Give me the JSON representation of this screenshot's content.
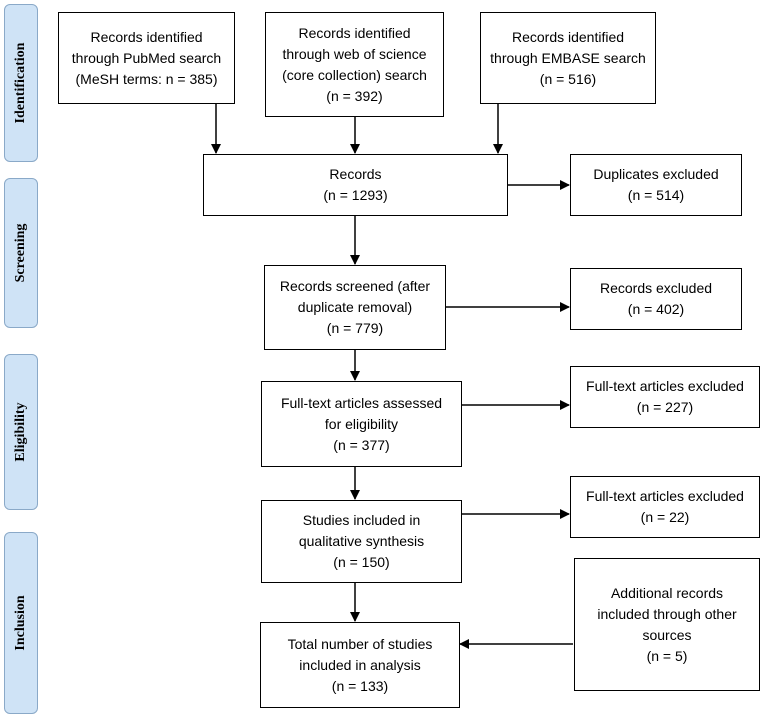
{
  "phases": [
    "Identification",
    "Screening",
    "Eligibility",
    "Inclusion"
  ],
  "boxes": {
    "pubmed": [
      "Records identified",
      "through PubMed search",
      "(MeSH terms: n = 385)"
    ],
    "wos": [
      "Records identified",
      "through web of science",
      "(core collection) search",
      "(n = 392)"
    ],
    "embase": [
      "Records identified",
      "through EMBASE search",
      "(n = 516)"
    ],
    "records": [
      "Records",
      "(n = 1293)"
    ],
    "duplicates": [
      "Duplicates excluded",
      "(n = 514)"
    ],
    "screened": [
      "Records screened (after",
      "duplicate removal)",
      "(n = 779)"
    ],
    "excluded": [
      "Records excluded",
      "(n = 402)"
    ],
    "fulltext": [
      "Full-text articles assessed",
      "for eligibility",
      "(n = 377)"
    ],
    "ft_excluded_1": [
      "Full-text articles excluded",
      "(n = 227)"
    ],
    "qualitative": [
      "Studies included in",
      "qualitative synthesis",
      "(n = 150)"
    ],
    "ft_excluded_2": [
      "Full-text articles excluded",
      "(n = 22)"
    ],
    "additional": [
      "Additional records",
      "included through other",
      "sources",
      "(n = 5)"
    ],
    "total": [
      "Total number of studies",
      "included in analysis",
      "(n = 133)"
    ]
  }
}
